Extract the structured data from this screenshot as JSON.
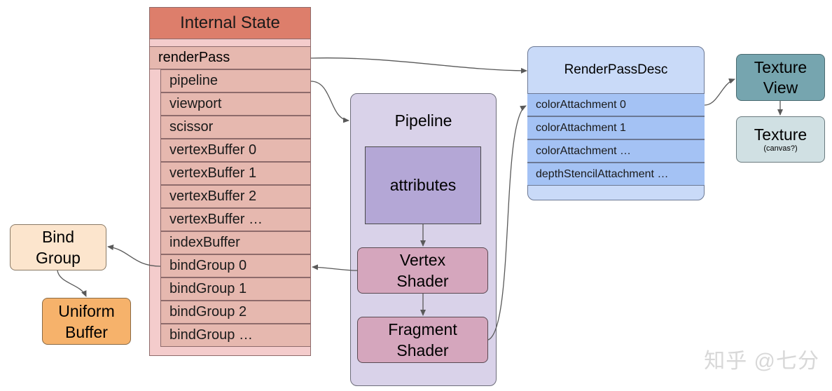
{
  "internal_state": {
    "title": "Internal State",
    "render_pass": "renderPass",
    "rows": [
      "pipeline",
      "viewport",
      "scissor",
      "vertexBuffer 0",
      "vertexBuffer 1",
      "vertexBuffer 2",
      "vertexBuffer …",
      "indexBuffer",
      "bindGroup 0",
      "bindGroup 1",
      "bindGroup 2",
      "bindGroup …"
    ]
  },
  "pipeline": {
    "title": "Pipeline",
    "attributes": "attributes",
    "vertex_shader": [
      "Vertex",
      "Shader"
    ],
    "fragment_shader": [
      "Fragment",
      "Shader"
    ]
  },
  "render_pass_desc": {
    "title": "RenderPassDesc",
    "rows": [
      "colorAttachment 0",
      "colorAttachment 1",
      "colorAttachment …",
      "depthStencilAttachment …"
    ]
  },
  "texture_view": [
    "Texture",
    "View"
  ],
  "texture": {
    "label": "Texture",
    "sub": "(canvas?)"
  },
  "bind_group": [
    "Bind",
    "Group"
  ],
  "uniform_buffer": [
    "Uniform",
    "Buffer"
  ],
  "watermark": "知乎 @七分",
  "colors": {
    "internal_state_header": "#dd7e6b",
    "internal_state_row": "#e6b8af",
    "pipeline_bg": "#d9d2e9",
    "attributes": "#b4a7d6",
    "shader": "#d5a6bd",
    "render_pass_desc": "#c9daf8",
    "render_pass_row": "#a4c2f4",
    "texture_view": "#76a5af",
    "texture": "#d0e0e3",
    "bind_group": "#fce5cd",
    "uniform_buffer": "#f6b26b"
  }
}
